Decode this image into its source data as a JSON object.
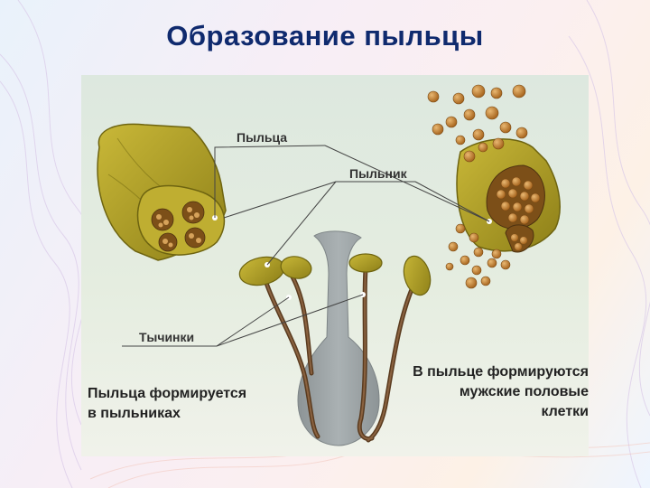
{
  "slide": {
    "title": "Образование пыльцы"
  },
  "diagram": {
    "labels": {
      "pollen": "Пыльца",
      "anther": "Пыльник",
      "stamens": "Тычинки"
    },
    "caption_left": {
      "line1": "Пыльца формируется",
      "line2": "в пыльниках"
    },
    "caption_right": {
      "line1": "В пыльце формируются",
      "line2": "мужские половые",
      "line3": "клетки"
    }
  },
  "colors": {
    "title": "#0f2a6e",
    "anther_fill": "#b5a52b",
    "pollen_grain": "#c98a3a",
    "pistil": "#9aa1a3",
    "filament": "#6b4a2c"
  }
}
